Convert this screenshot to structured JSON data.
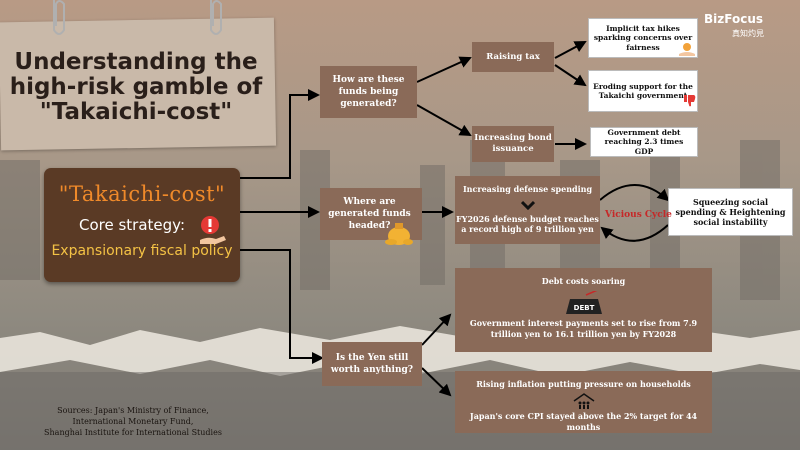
{
  "logo": {
    "text": "BizFocus",
    "subtext": "真知灼見"
  },
  "title": "Understanding the\nhigh-risk gamble of\n\"Takaichi-cost\"",
  "core": {
    "name": "\"Takaichi-cost\"",
    "strategy_label": "Core strategy:",
    "strategy_value": "Expansionary fiscal policy"
  },
  "questions": {
    "funds_generated": "How are these funds being generated?",
    "funds_headed": "Where are generated funds headed?",
    "yen_worth": "Is the Yen still worth anything?"
  },
  "branches": {
    "raising_tax": "Raising tax",
    "bond_issuance": "Increasing bond issuance",
    "defense_title": "Increasing defense spending",
    "defense_detail": "FY2026 defense budget reaches a record high of 9 trillion yen",
    "debt_title": "Debt costs soaring",
    "debt_detail": "Government interest payments  set to rise from 7.9 trillion yen to 16.1 trillion yen by FY2028",
    "inflation_title": "Rising inflation putting pressure on households",
    "inflation_detail": "Japan's core CPI stayed above the 2% target for 44 months"
  },
  "outcomes": {
    "tax_hikes": "Implicit tax hikes sparking concerns over fairness",
    "eroding_support": "Eroding support for the Takaichi government",
    "government_debt": "Government debt reaching 2.3 times GDP",
    "social": "Squeezing social spending & Heightening social instability"
  },
  "cycle_label": "Vicious Cycle",
  "debt_icon_text": "DEBT",
  "sources": "Sources: Japan's Ministry of Finance,\nInternational Monetary Fund,\nShanghai Institute for International Studies",
  "colors": {
    "box": "#8a6a58",
    "core_bg": "#5a3a25",
    "core_title": "#f08a2a",
    "core_policy": "#f4c245",
    "cycle": "#c62828"
  },
  "icons": [
    "paperclip-icon",
    "warning-hand-icon",
    "money-bag-icon",
    "tax-hand-icon",
    "thumbs-down-icon",
    "down-chevron-icon",
    "debt-weight-icon",
    "family-house-icon"
  ]
}
